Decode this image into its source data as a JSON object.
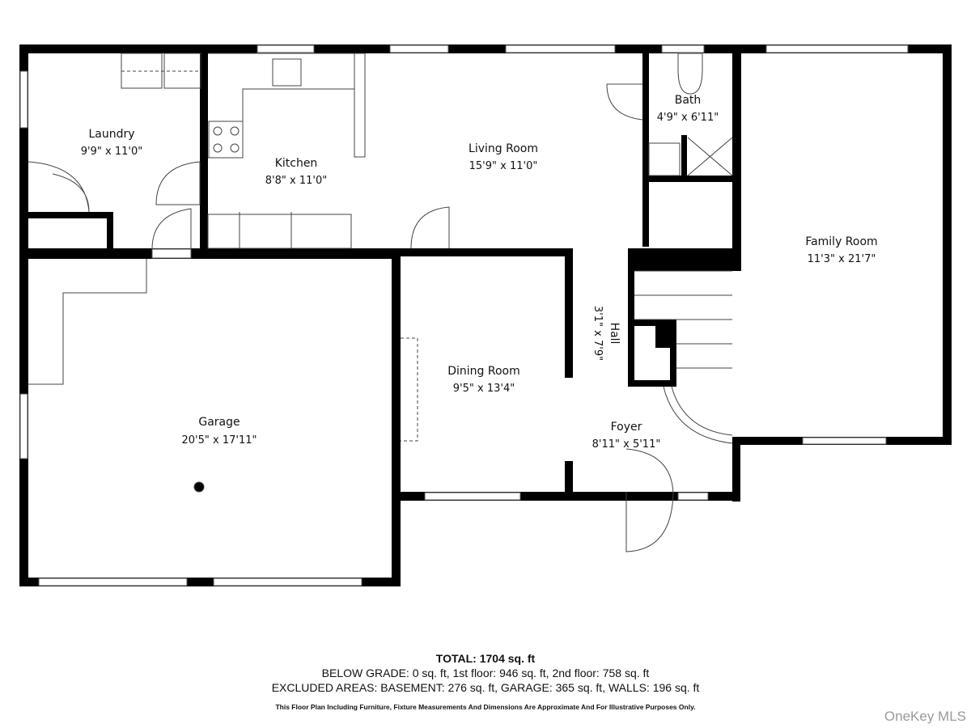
{
  "rooms": {
    "laundry": {
      "name": "Laundry",
      "dims": "9'9\" x 11'0\""
    },
    "kitchen": {
      "name": "Kitchen",
      "dims": "8'8\" x 11'0\""
    },
    "living": {
      "name": "Living Room",
      "dims": "15'9\" x 11'0\""
    },
    "bath": {
      "name": "Bath",
      "dims": "4'9\" x 6'11\""
    },
    "family": {
      "name": "Family Room",
      "dims": "11'3\" x 21'7\""
    },
    "hall": {
      "name": "Hall",
      "dims": "3'1\" x 7'9\""
    },
    "dining": {
      "name": "Dining Room",
      "dims": "9'5\" x 13'4\""
    },
    "foyer": {
      "name": "Foyer",
      "dims": "8'11\" x 5'11\""
    },
    "garage": {
      "name": "Garage",
      "dims": "20'5\" x 17'11\""
    }
  },
  "summary": {
    "total": "TOTAL: 1704 sq. ft",
    "below_grade": "BELOW GRADE: 0 sq. ft, 1st floor: 946 sq. ft, 2nd floor: 758 sq. ft",
    "excluded": "EXCLUDED AREAS: BASEMENT: 276 sq. ft, GARAGE: 365 sq. ft, WALLS: 196 sq. ft",
    "disclaimer": "This Floor Plan Including Furniture, Fixture Measurements And Dimensions Are Approximate And For Illustrative Purposes Only."
  },
  "watermark": "OneKey MLS",
  "colors": {
    "wall": "#000000",
    "line": "#333333",
    "background": "#ffffff",
    "watermark": "#9a9a9a"
  }
}
